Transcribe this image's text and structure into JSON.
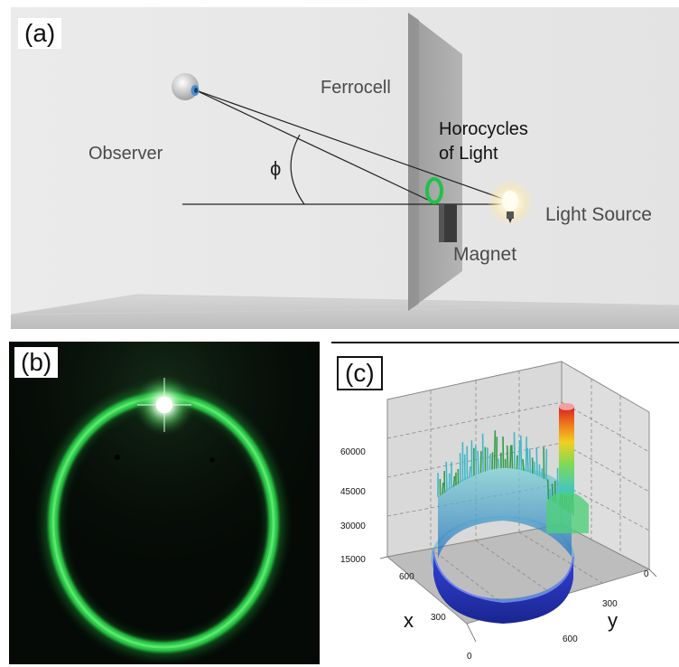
{
  "panel_a": {
    "label": "(a)",
    "observer": "Observer",
    "ferrocell": "Ferrocell",
    "horocycles_line1": "Horocycles",
    "horocycles_line2": "of Light",
    "angle": "ϕ",
    "light_source": "Light Source",
    "magnet": "Magnet",
    "colors": {
      "wall": "#e9e9e9",
      "panel": "#a9a9a9",
      "ring": "#1fc24a",
      "magnet": "#3a3a3a"
    }
  },
  "panel_b": {
    "label": "(b)",
    "colors": {
      "ring": "#2fd24c",
      "background": "#050a06"
    }
  },
  "panel_c": {
    "label": "(c)",
    "x_label": "x",
    "y_label": "y",
    "z_ticks": [
      "60000",
      "45000",
      "30000",
      "15000"
    ],
    "x_ticks": [
      "600",
      "300",
      "0"
    ],
    "y_ticks": [
      "0",
      "300",
      "600"
    ],
    "colors": {
      "low": "#1f2fbf",
      "mid": "#36c3d6",
      "high": "#d81f1f",
      "grid": "#888888"
    }
  }
}
